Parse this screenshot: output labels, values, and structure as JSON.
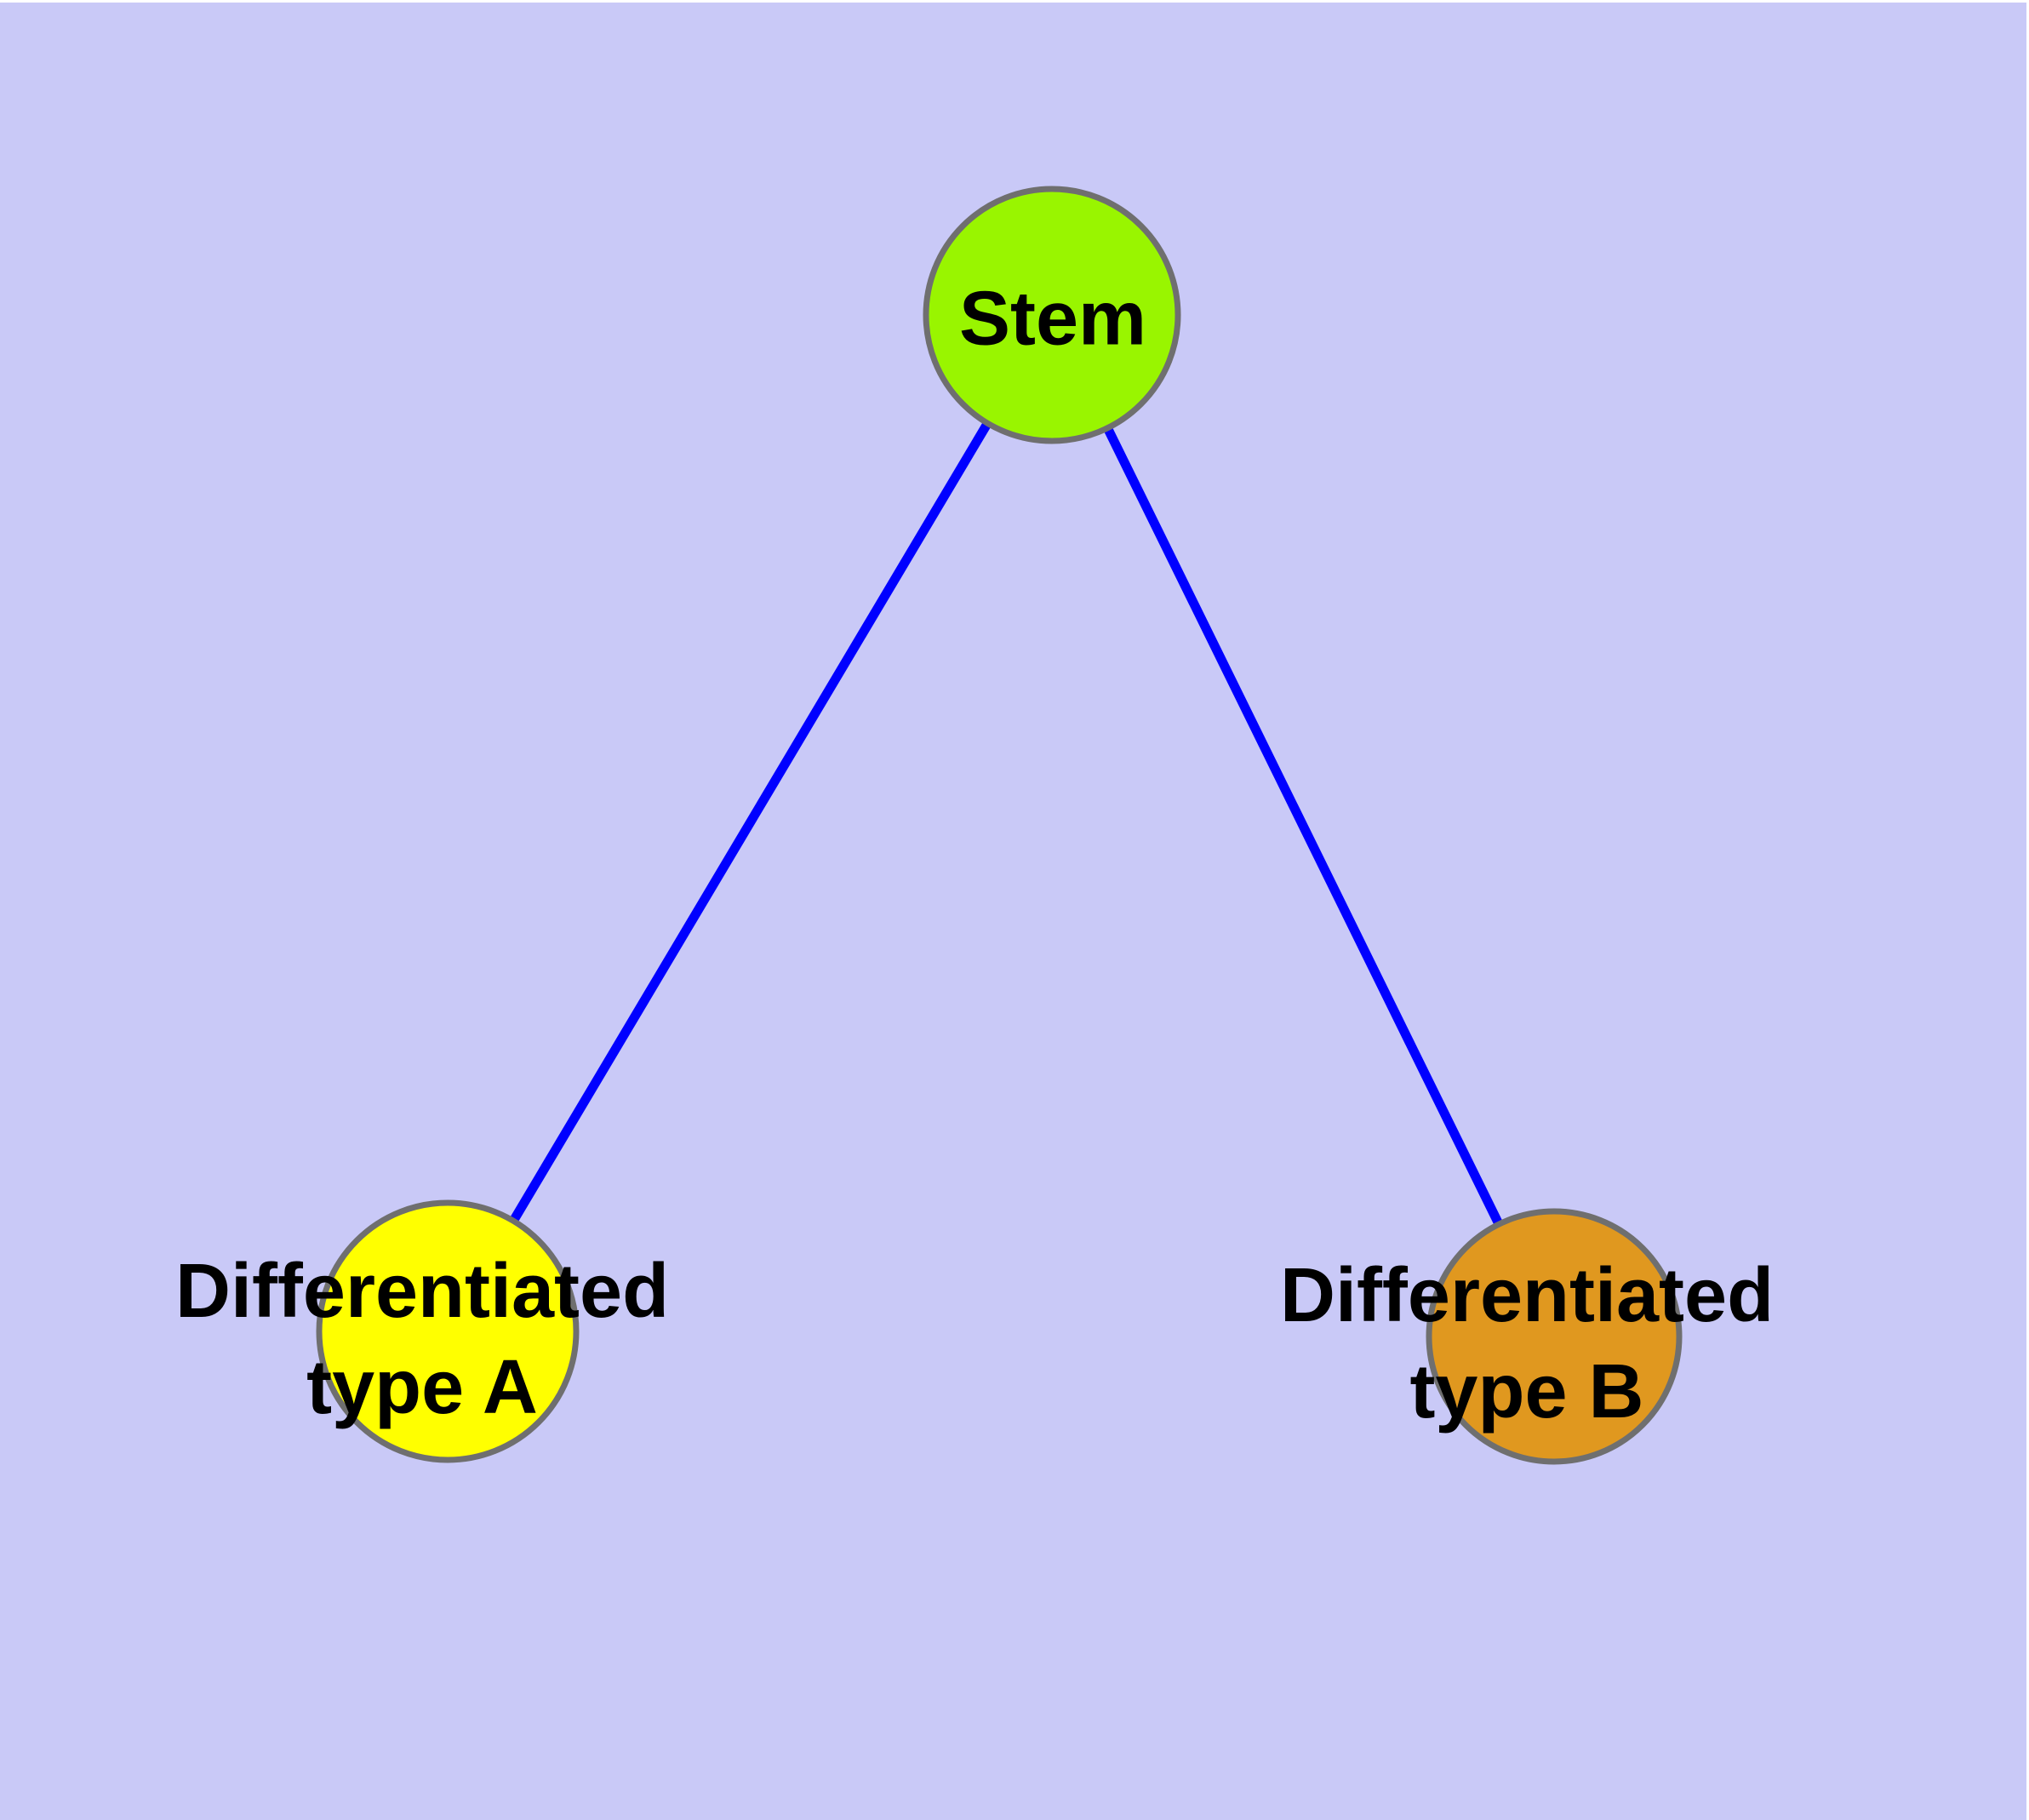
{
  "diagram": {
    "type": "node-link-graph",
    "background_color": "#c9c9f7",
    "margin_color": "#ffffff",
    "node_border_color": "#6f6f6f",
    "edge_color": "#0000ff",
    "label_color": "#000000",
    "nodes": [
      {
        "id": "stem",
        "label": "Stem",
        "fill": "#99f500"
      },
      {
        "id": "type-a",
        "label": "Differentiated\ntype A",
        "fill": "#ffff00"
      },
      {
        "id": "type-b",
        "label": "Differentiated\ntype B",
        "fill": "#e0981f"
      }
    ],
    "edges": [
      {
        "from": "stem",
        "to": "type-a"
      },
      {
        "from": "stem",
        "to": "type-b"
      }
    ]
  }
}
